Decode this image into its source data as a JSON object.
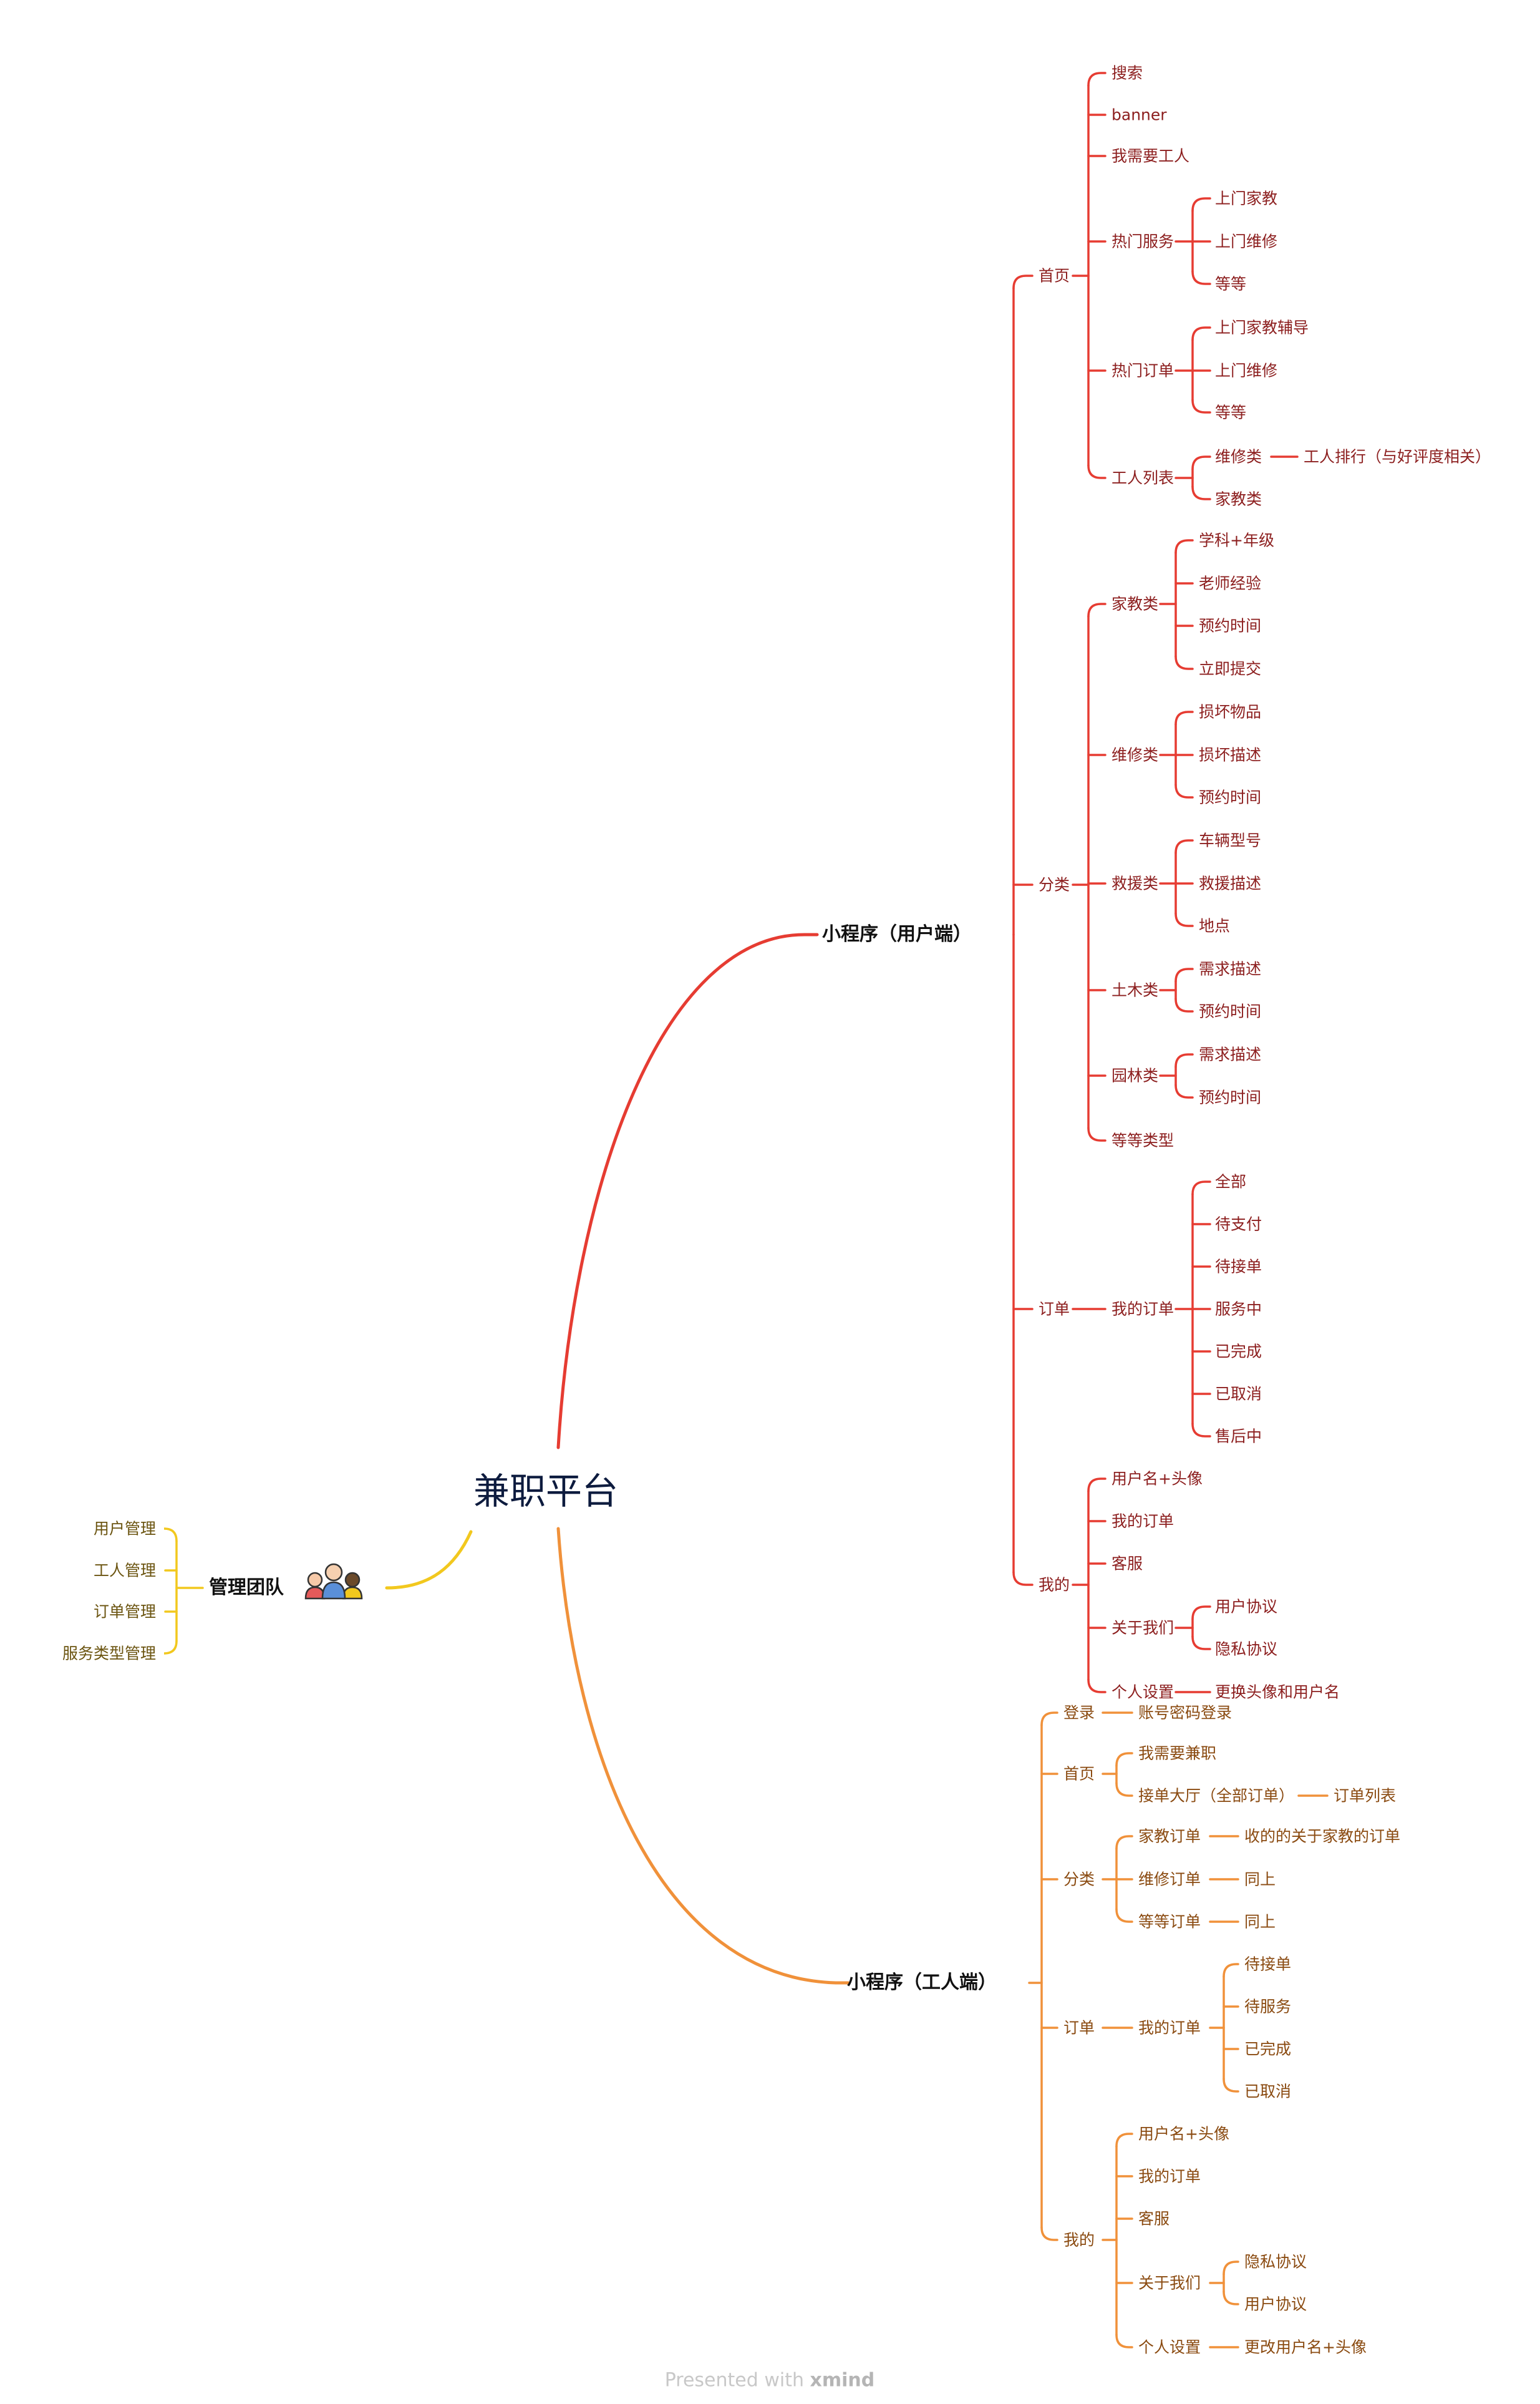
{
  "root": {
    "label": "兼职平台"
  },
  "colors": {
    "user": "#e63c32",
    "worker": "#f0913a",
    "admin": "#f2c81e"
  },
  "user_branch": {
    "label": "小程序（用户端）",
    "home": {
      "label": "首页",
      "search": "搜索",
      "banner": "banner",
      "need_worker": "我需要工人",
      "hot_services": {
        "label": "热门服务",
        "items": [
          "上门家教",
          "上门维修",
          "等等"
        ]
      },
      "hot_orders": {
        "label": "热门订单",
        "items": [
          "上门家教辅导",
          "上门维修",
          "等等"
        ]
      },
      "worker_list": {
        "label": "工人列表",
        "repair": "维修类",
        "repair_detail": "工人排行（与好评度相关）",
        "tutor": "家教类"
      }
    },
    "category": {
      "label": "分类",
      "tutor": {
        "label": "家教类",
        "items": [
          "学科+年级",
          "老师经验",
          "预约时间",
          "立即提交"
        ]
      },
      "repair": {
        "label": "维修类",
        "items": [
          "损坏物品",
          "损坏描述",
          "预约时间"
        ]
      },
      "rescue": {
        "label": "救援类",
        "items": [
          "车辆型号",
          "救援描述",
          "地点"
        ]
      },
      "civil": {
        "label": "土木类",
        "items": [
          "需求描述",
          "预约时间"
        ]
      },
      "garden": {
        "label": "园林类",
        "items": [
          "需求描述",
          "预约时间"
        ]
      },
      "more": "等等类型"
    },
    "orders": {
      "label": "订单",
      "my_orders": {
        "label": "我的订单",
        "items": [
          "全部",
          "待支付",
          "待接单",
          "服务中",
          "已完成",
          "已取消",
          "售后中"
        ]
      }
    },
    "mine": {
      "label": "我的",
      "username_avatar": "用户名+头像",
      "my_orders": "我的订单",
      "service": "客服",
      "about": {
        "label": "关于我们",
        "items": [
          "用户协议",
          "隐私协议"
        ]
      },
      "settings": {
        "label": "个人设置",
        "detail": "更换头像和用户名"
      }
    }
  },
  "worker_branch": {
    "label": "小程序（工人端）",
    "login": {
      "label": "登录",
      "detail": "账号密码登录"
    },
    "home": {
      "label": "首页",
      "need_job": "我需要兼职",
      "hall": "接单大厅（全部订单）",
      "hall_detail": "订单列表"
    },
    "category": {
      "label": "分类",
      "items": [
        {
          "label": "家教订单",
          "detail": "收的的关于家教的订单"
        },
        {
          "label": "维修订单",
          "detail": "同上"
        },
        {
          "label": "等等订单",
          "detail": "同上"
        }
      ]
    },
    "orders": {
      "label": "订单",
      "my_orders": {
        "label": "我的订单",
        "items": [
          "待接单",
          "待服务",
          "已完成",
          "已取消"
        ]
      }
    },
    "mine": {
      "label": "我的",
      "username_avatar": "用户名+头像",
      "my_orders": "我的订单",
      "service": "客服",
      "about": {
        "label": "关于我们",
        "items": [
          "隐私协议",
          "用户协议"
        ]
      },
      "settings": {
        "label": "个人设置",
        "detail": "更改用户名+头像"
      }
    }
  },
  "admin_branch": {
    "label": "管理团队",
    "icon": "team-people-icon",
    "items": [
      "用户管理",
      "工人管理",
      "订单管理",
      "服务类型管理"
    ]
  },
  "footer": {
    "prefix": "Presented with",
    "brand": "xmind"
  }
}
